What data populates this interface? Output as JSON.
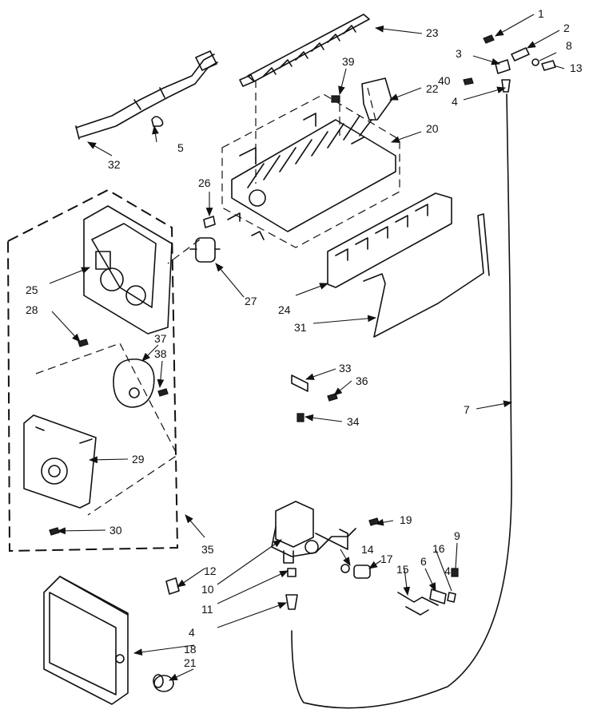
{
  "diagram": {
    "callouts": [
      "1",
      "2",
      "3",
      "4",
      "4",
      "4",
      "5",
      "6",
      "7",
      "8",
      "9",
      "10",
      "11",
      "12",
      "13",
      "14",
      "15",
      "16",
      "17",
      "18",
      "19",
      "20",
      "21",
      "22",
      "23",
      "24",
      "25",
      "26",
      "27",
      "28",
      "29",
      "30",
      "31",
      "32",
      "33",
      "34",
      "35",
      "36",
      "37",
      "38",
      "39",
      "40"
    ]
  }
}
